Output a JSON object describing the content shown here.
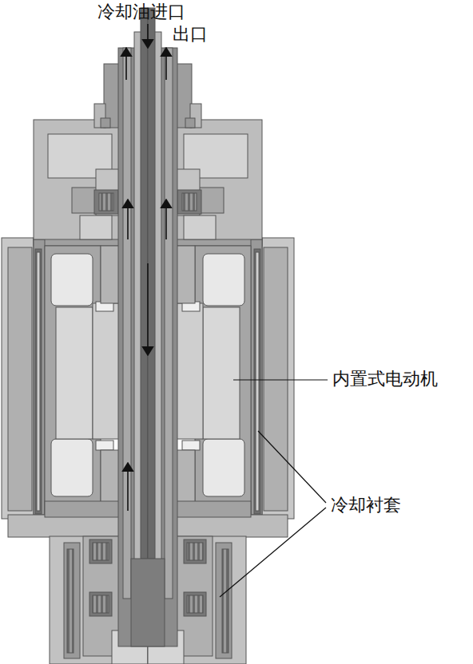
{
  "diagram": {
    "labels": [
      "冷却油进口",
      "出口",
      "内置式电动机",
      "冷却衬套"
    ]
  }
}
